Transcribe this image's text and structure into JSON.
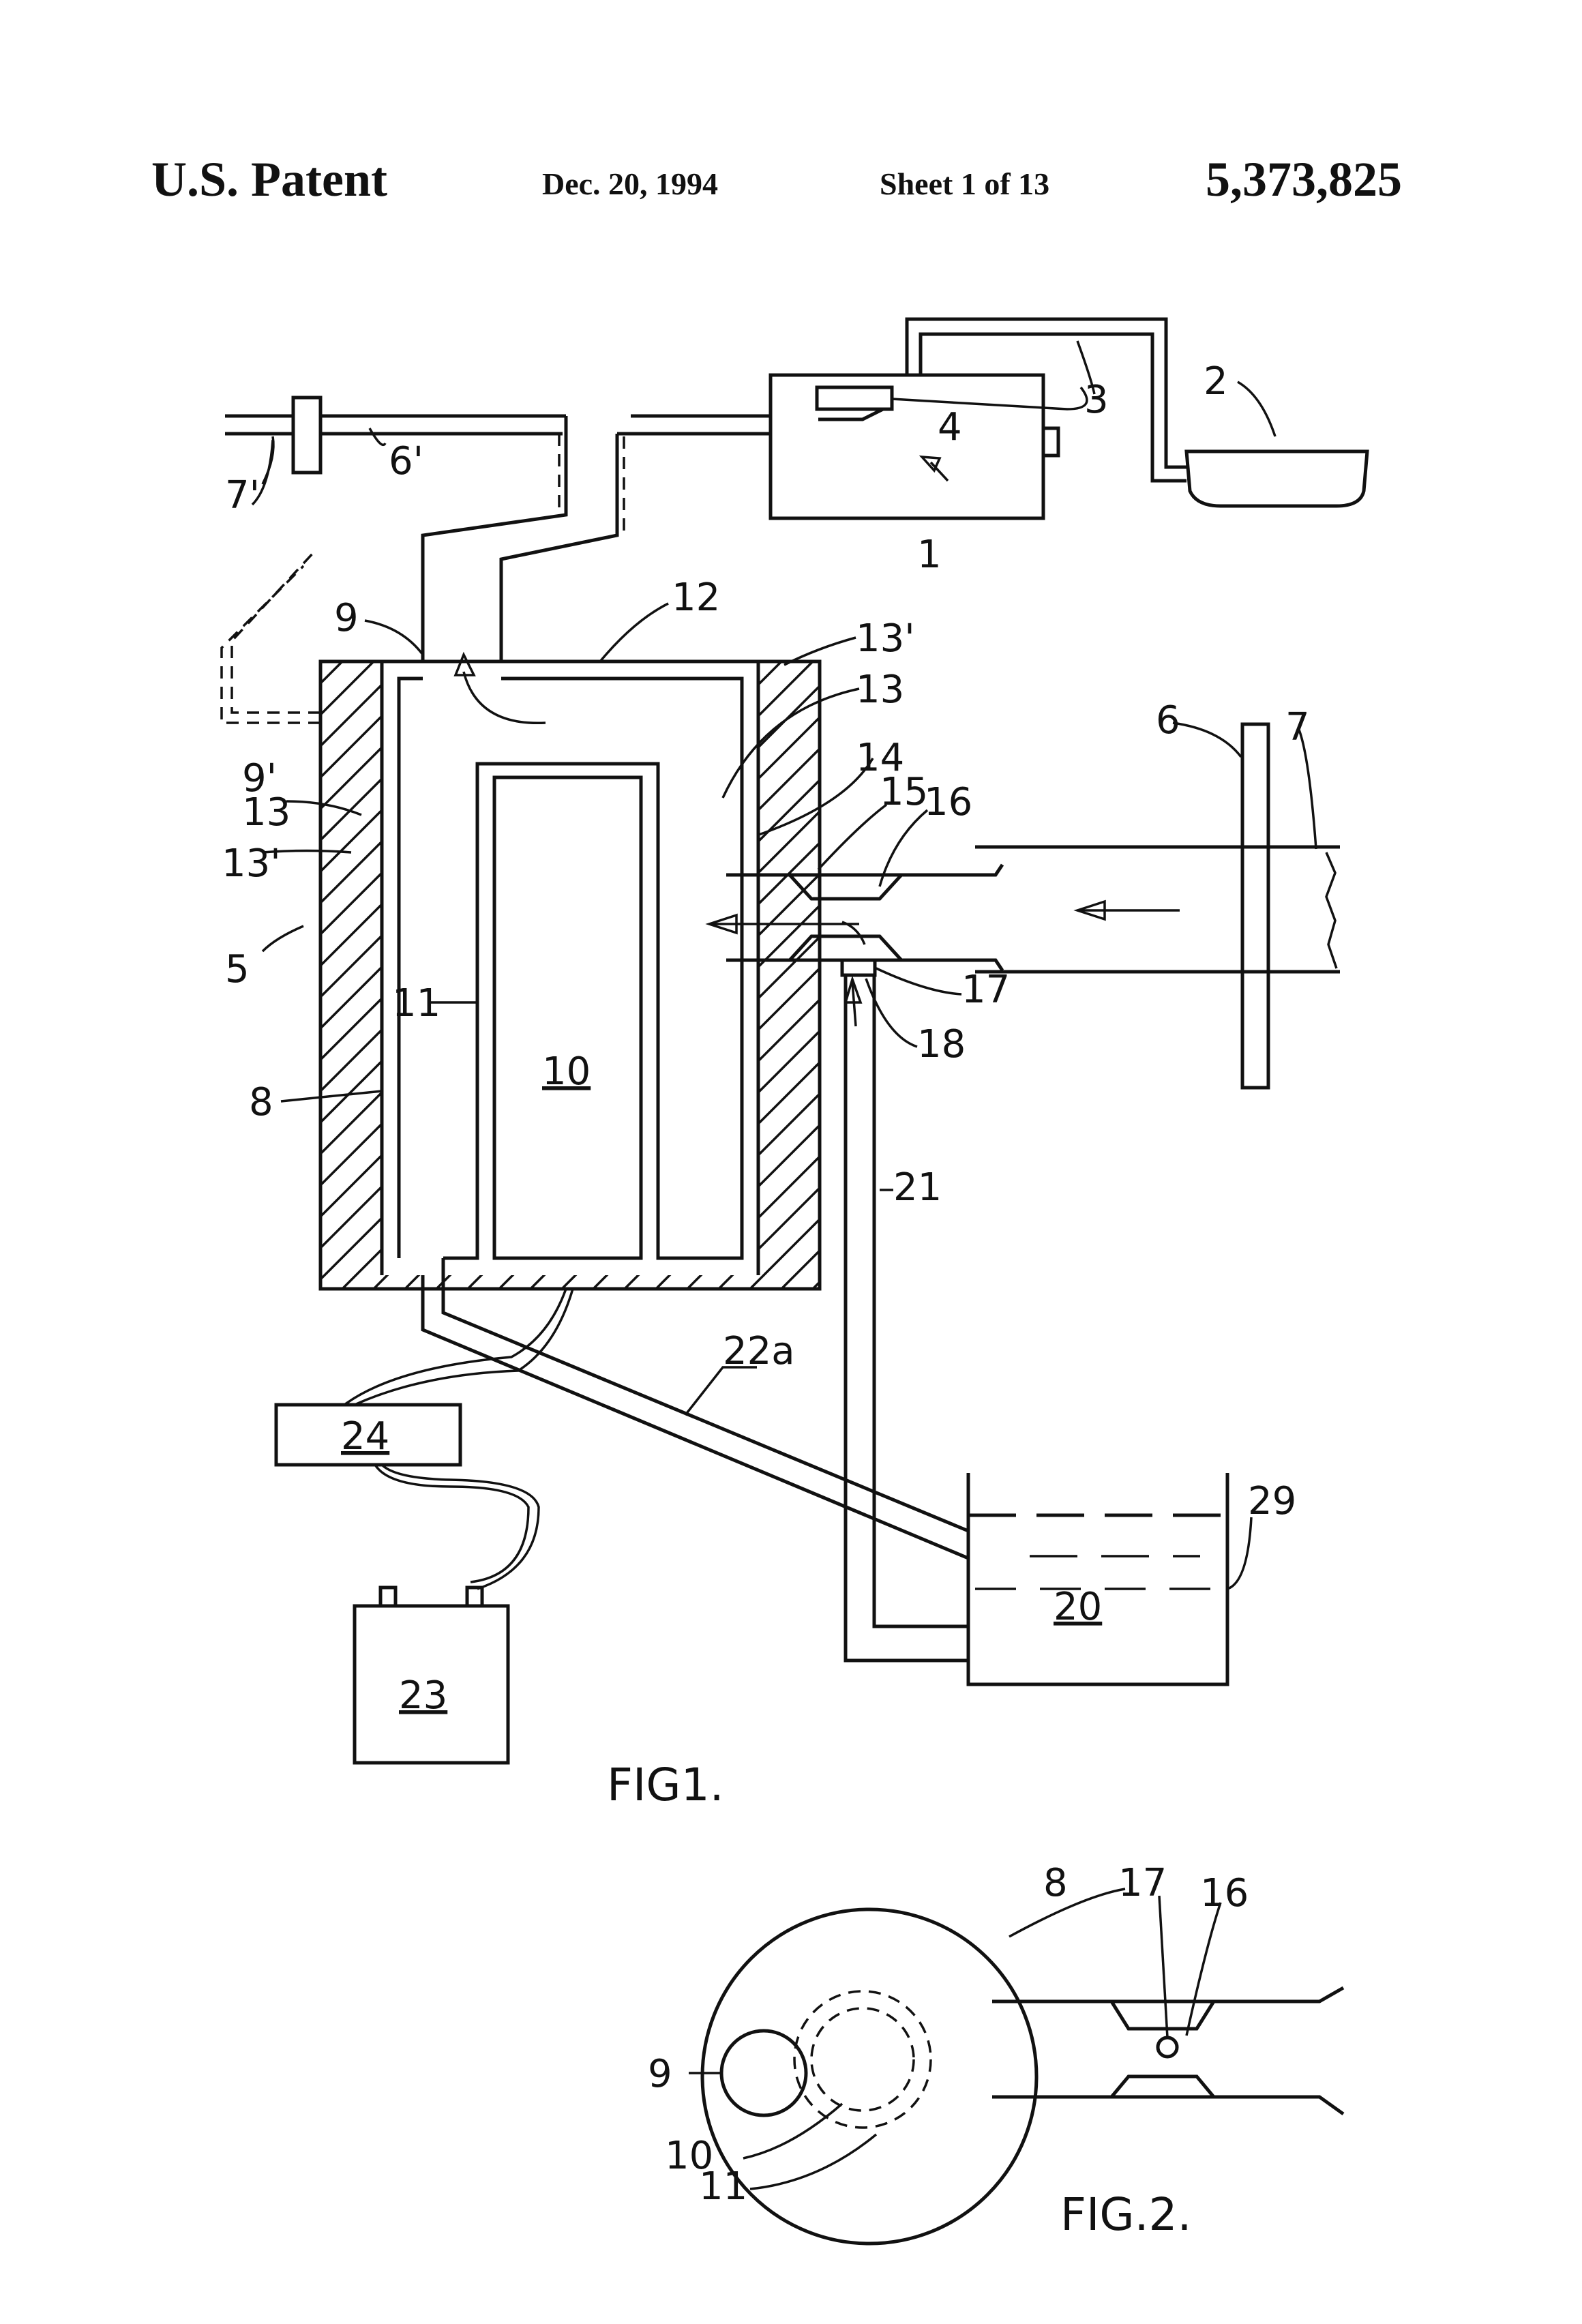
{
  "header": {
    "patent": "U.S. Patent",
    "date": "Dec. 20, 1994",
    "sheet": "Sheet 1 of 13",
    "number": "5,373,825"
  },
  "figures": [
    {
      "caption": "FIG1.",
      "labels": [
        "1",
        "2",
        "3",
        "4",
        "5",
        "6",
        "6'",
        "7",
        "7'",
        "8",
        "9",
        "9'",
        "10",
        "11",
        "12",
        "13",
        "13",
        "13'",
        "13'",
        "14",
        "15",
        "16",
        "17",
        "18",
        "20",
        "21",
        "22a",
        "23",
        "24",
        "29"
      ]
    },
    {
      "caption": "FIG.2.",
      "labels": [
        "8",
        "9",
        "10",
        "11",
        "16",
        "17"
      ]
    }
  ],
  "colors": {
    "ink": "#111111",
    "paper": "#ffffff"
  }
}
